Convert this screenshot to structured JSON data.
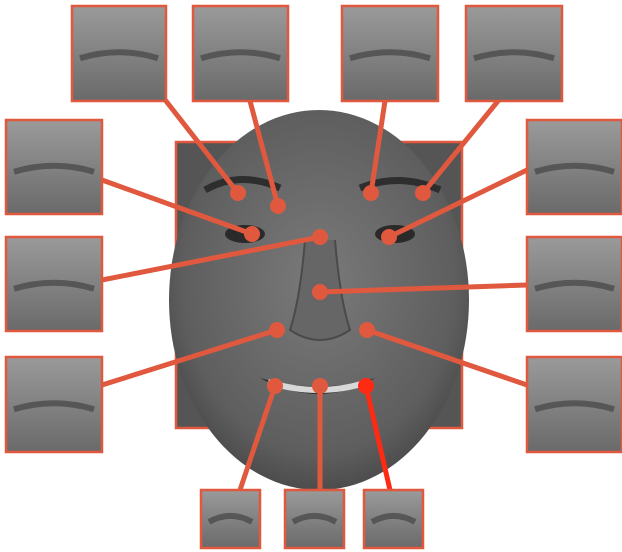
{
  "colors": {
    "accent": "#e0593f",
    "accent_highlight": "#ff2a12",
    "face_bg": "#6e6e6e",
    "patch_bg": "#8a8a8a",
    "background": "#ffffff"
  },
  "landmarks": [
    {
      "name": "left-brow-outer",
      "patch": "patch-top-1",
      "highlight": false
    },
    {
      "name": "left-brow-inner",
      "patch": "patch-top-2",
      "highlight": false
    },
    {
      "name": "right-brow-inner",
      "patch": "patch-top-3",
      "highlight": false
    },
    {
      "name": "right-brow-outer",
      "patch": "patch-top-4",
      "highlight": false
    },
    {
      "name": "left-eye",
      "patch": "patch-left-1",
      "highlight": false
    },
    {
      "name": "nose-bridge",
      "patch": "patch-left-2",
      "highlight": false
    },
    {
      "name": "right-eye",
      "patch": "patch-right-1",
      "highlight": false
    },
    {
      "name": "nose-tip",
      "patch": "patch-right-2",
      "highlight": false
    },
    {
      "name": "left-nostril",
      "patch": "patch-left-3",
      "highlight": false
    },
    {
      "name": "right-nostril",
      "patch": "patch-right-3",
      "highlight": false
    },
    {
      "name": "mouth-left",
      "patch": "patch-bottom-1",
      "highlight": false
    },
    {
      "name": "mouth-center",
      "patch": "patch-bottom-2",
      "highlight": false
    },
    {
      "name": "mouth-right",
      "patch": "patch-bottom-3",
      "highlight": true
    }
  ]
}
